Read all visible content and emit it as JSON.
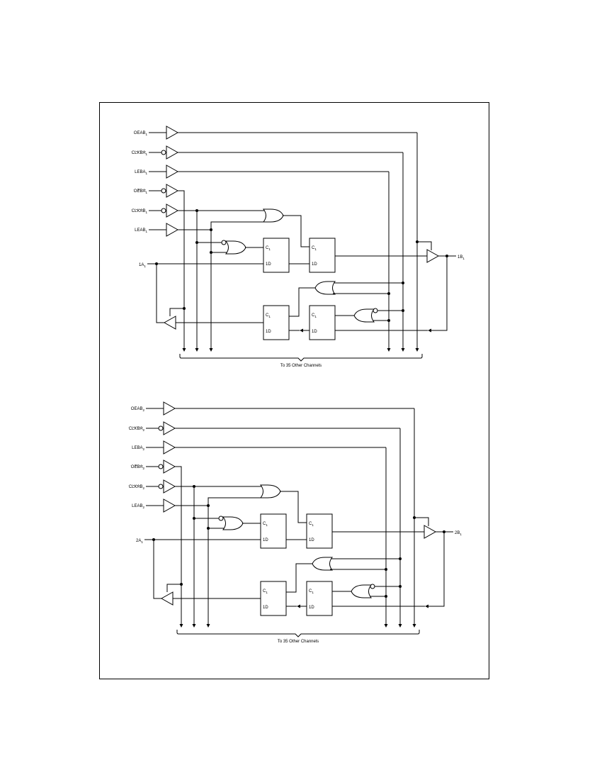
{
  "diagram": {
    "channels": [
      {
        "inputs": [
          {
            "base": "OEAB",
            "sub": "1",
            "inverted": false
          },
          {
            "base": "CLKBA",
            "sub": "1",
            "inverted": true
          },
          {
            "base": "LEBA",
            "sub": "1",
            "inverted": false
          },
          {
            "base": "OEBA",
            "sub": "1",
            "inverted": true
          },
          {
            "base": "CLKAB",
            "sub": "1",
            "inverted": true
          },
          {
            "base": "LEAB",
            "sub": "1",
            "inverted": false
          }
        ],
        "a_port": {
          "base": "1A",
          "sub": "1"
        },
        "b_port": {
          "base": "1B",
          "sub": "1"
        },
        "ff_c": {
          "base": "C",
          "sub": "1"
        },
        "ff_d": "1D",
        "footer": "To 35 Other Channels"
      },
      {
        "inputs": [
          {
            "base": "OEAB",
            "sub": "2",
            "inverted": false
          },
          {
            "base": "CLKBA",
            "sub": "2",
            "inverted": true
          },
          {
            "base": "LEBA",
            "sub": "2",
            "inverted": false
          },
          {
            "base": "OEBA",
            "sub": "2",
            "inverted": true
          },
          {
            "base": "CLKAB",
            "sub": "2",
            "inverted": true
          },
          {
            "base": "LEAB",
            "sub": "2",
            "inverted": false
          }
        ],
        "a_port": {
          "base": "2A",
          "sub": "1"
        },
        "b_port": {
          "base": "2B",
          "sub": "1"
        },
        "ff_c": {
          "base": "C",
          "sub": "1"
        },
        "ff_d": "1D",
        "footer": "To 35 Other Channels"
      }
    ]
  }
}
